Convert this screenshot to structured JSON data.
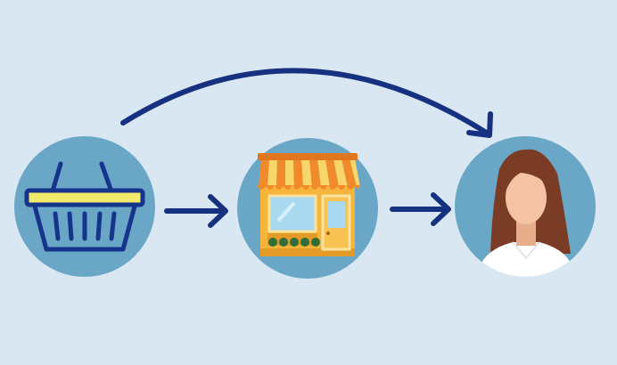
{
  "diagram": {
    "nodes": [
      {
        "id": "basket",
        "icon": "shopping-basket-icon"
      },
      {
        "id": "store",
        "icon": "storefront-icon"
      },
      {
        "id": "customer",
        "icon": "customer-avatar-icon"
      }
    ],
    "edges": [
      {
        "from": "basket",
        "to": "store",
        "style": "straight"
      },
      {
        "from": "store",
        "to": "customer",
        "style": "straight"
      },
      {
        "from": "basket",
        "to": "customer",
        "style": "curved"
      }
    ]
  },
  "colors": {
    "background": "#d9e7f3",
    "circle": "#6aa6c6",
    "arrow": "#16317f",
    "basket_outline": "#17348c",
    "basket_rim": "#f3e96a",
    "awning_orange": "#f08a2a",
    "awning_yellow": "#f8d66a",
    "store_body": "#f6b43a",
    "window_glass": "#a9d9ee",
    "plants": "#2f6e3a",
    "skin": "#f4c3a3",
    "hair": "#7a3c25",
    "shirt": "#ffffff"
  }
}
